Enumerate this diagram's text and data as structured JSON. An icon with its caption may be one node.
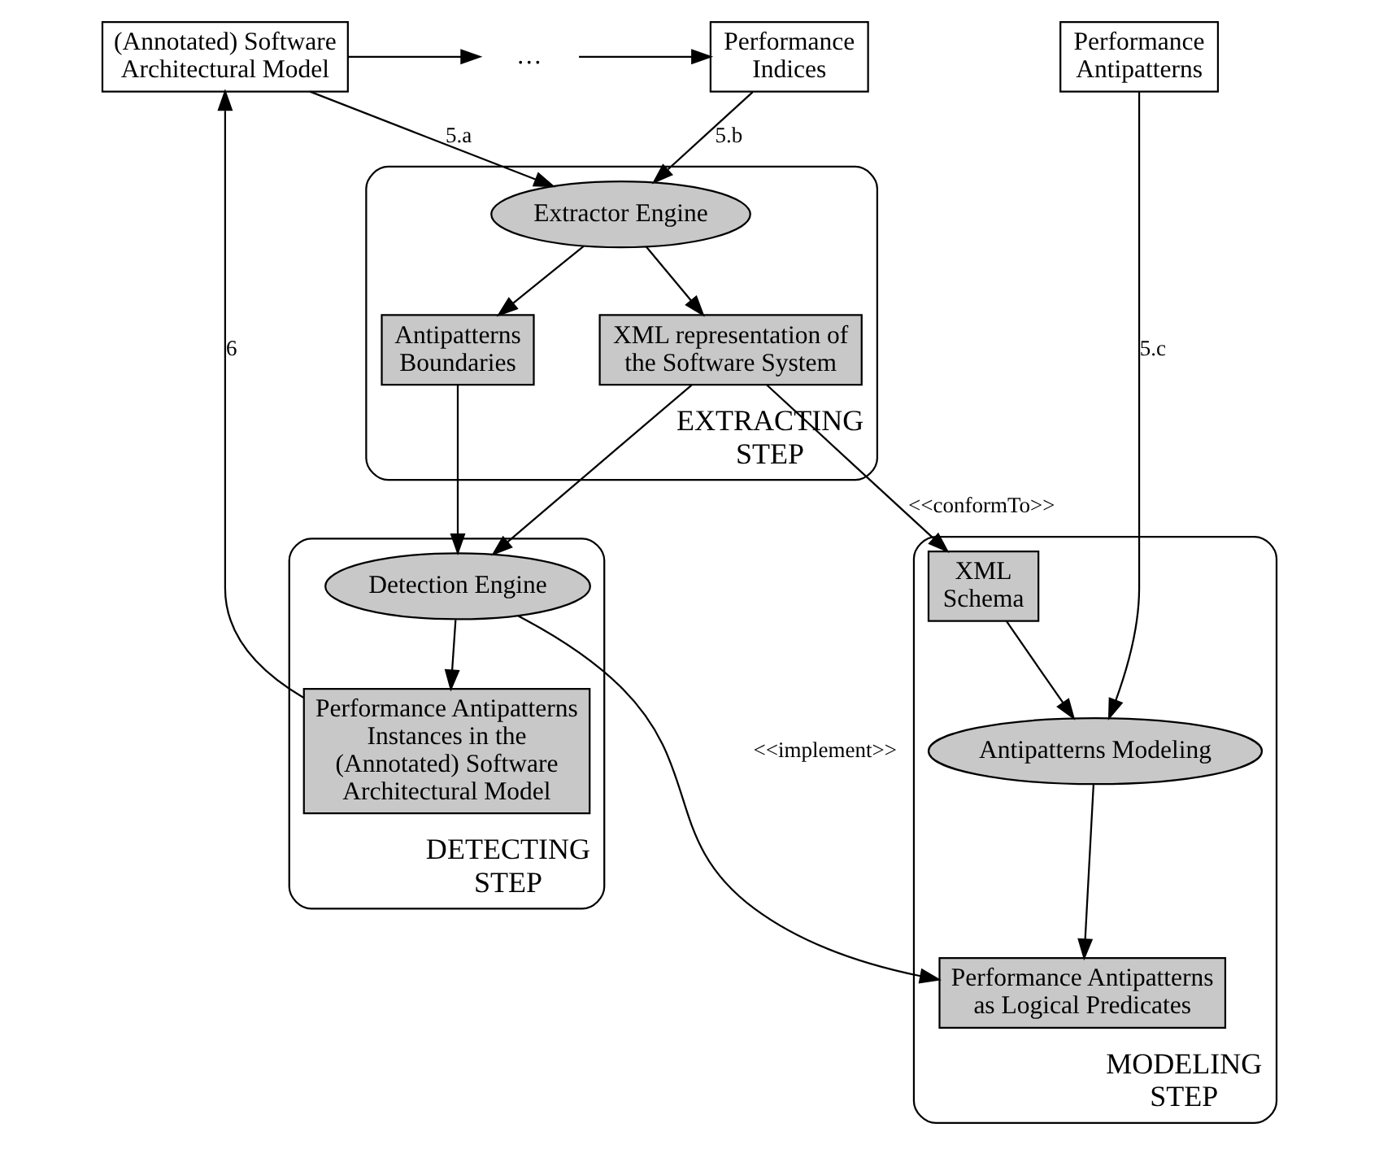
{
  "diagram": {
    "nodes": [
      {
        "text": [
          "(Annotated) Software Architectural Model"
        ]
      },
      {
        "text": [
          "…"
        ]
      },
      {
        "text": [
          "Performance Indices"
        ]
      },
      {
        "text": [
          "Performance Antipatterns"
        ]
      },
      {
        "text": [
          "EXTRACTING STEP"
        ]
      },
      {
        "text": [
          "Extractor Engine"
        ],
        "in": 4
      },
      {
        "text": [
          "Antipatterns Boundaries"
        ],
        "in": 4
      },
      {
        "text": [
          "XML representation of the Software System"
        ],
        "in": 4
      },
      {
        "text": [
          "MODELING STEP"
        ]
      },
      {
        "text": [
          "XML Schema"
        ],
        "in": 8
      },
      {
        "text": [
          "Antipatterns Modeling"
        ],
        "in": 8
      },
      {
        "text": [
          "Performance Antipatterns as Logical Predicates"
        ],
        "in": 8
      },
      {
        "text": [
          "DETECTING STEP"
        ]
      },
      {
        "text": [
          "Detection Engine"
        ],
        "in": 12
      },
      {
        "text": [
          "Performance Antipatterns Instances in the (Annotated) Software Architectural Model"
        ],
        "in": 12
      }
    ],
    "edges": [
      {
        "from": 0,
        "to": 1,
        "arrow": "to"
      },
      {
        "from": 1,
        "to": 2,
        "arrow": "to"
      },
      {
        "from": 0,
        "to": 5,
        "arrow": "to",
        "label": "5.a"
      },
      {
        "from": 2,
        "to": 5,
        "arrow": "to",
        "label": "5.b"
      },
      {
        "from": 3,
        "to": 10,
        "arrow": "to",
        "label": "5.c"
      },
      {
        "from": 5,
        "to": 6,
        "arrow": "to"
      },
      {
        "from": 5,
        "to": 7,
        "arrow": "to"
      },
      {
        "from": 7,
        "to": 9,
        "arrow": "to",
        "label": "<<conformTo>>"
      },
      {
        "from": 9,
        "to": 10,
        "arrow": "to"
      },
      {
        "from": 10,
        "to": 11,
        "arrow": "to"
      },
      {
        "from": 6,
        "to": 13,
        "arrow": "to"
      },
      {
        "from": 7,
        "to": 13,
        "arrow": "to"
      },
      {
        "from": 13,
        "to": 11,
        "arrow": "to",
        "label": "<<implement>>"
      },
      {
        "from": 13,
        "to": 14,
        "arrow": "to"
      },
      {
        "from": 14,
        "to": 0,
        "arrow": "to",
        "label": "6"
      }
    ]
  }
}
